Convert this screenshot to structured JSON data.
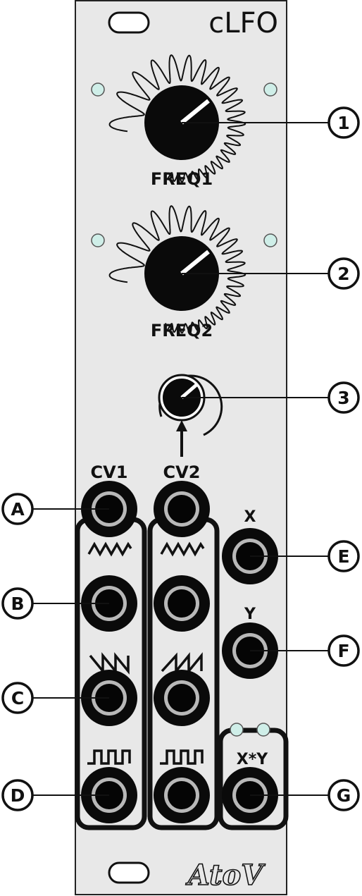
{
  "module": {
    "title": "cLFO",
    "brand": "AtoV",
    "colors": {
      "panel": "#e8e8e8",
      "border": "#222222",
      "ink": "#111111",
      "led": "#cfeee8",
      "jack_ring": "#b8b8b8",
      "callout_fill": "#ffffff"
    }
  },
  "knobs": [
    {
      "id": "freq1",
      "label": "FREQ1",
      "callout": "1"
    },
    {
      "id": "freq2",
      "label": "FREQ2",
      "callout": "2"
    },
    {
      "id": "mix",
      "label": "",
      "callout": "3"
    }
  ],
  "inputs": [
    {
      "id": "cv1",
      "label": "CV1"
    },
    {
      "id": "cv2",
      "label": "CV2"
    }
  ],
  "outputs": {
    "x_label": "X",
    "y_label": "Y",
    "xy_label": "X*Y"
  },
  "callouts": {
    "jack_row_cv": "A",
    "jack_row_tri": "B",
    "jack_row_saw": "C",
    "jack_row_square": "D",
    "x": "E",
    "y": "F",
    "xy": "G"
  },
  "waveform_icons": [
    "triangle-wave-icon",
    "ramp-down-icon",
    "ramp-up-icon",
    "square-wave-icon"
  ]
}
